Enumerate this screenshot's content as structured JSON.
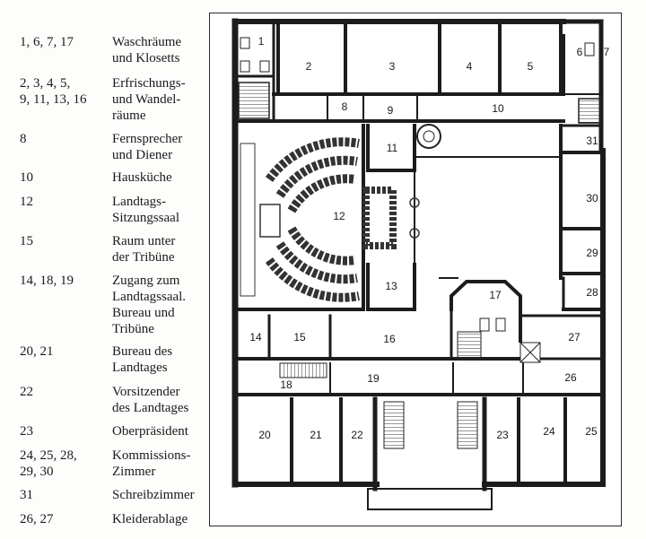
{
  "legend": [
    {
      "numbers": [
        "1, 6, 7, 17"
      ],
      "lines": [
        "Waschräume",
        "und Klosetts"
      ]
    },
    {
      "numbers": [
        "2, 3, 4, 5,",
        "9, 11, 13, 16"
      ],
      "lines": [
        "Erfrischungs-",
        "und Wandel-",
        "räume"
      ]
    },
    {
      "numbers": [
        "8"
      ],
      "lines": [
        "Fernsprecher",
        "und Diener"
      ]
    },
    {
      "numbers": [
        "10"
      ],
      "lines": [
        "Hausküche"
      ]
    },
    {
      "numbers": [
        "12"
      ],
      "lines": [
        "Landtags-",
        "Sitzungssaal"
      ]
    },
    {
      "numbers": [
        "15"
      ],
      "lines": [
        "Raum unter",
        "der Tribüne"
      ]
    },
    {
      "numbers": [
        "14, 18, 19"
      ],
      "lines": [
        "Zugang zum",
        "Landtagssaal.",
        "Bureau und",
        "Tribüne"
      ]
    },
    {
      "numbers": [
        "20, 21"
      ],
      "lines": [
        "Bureau des",
        "Landtages"
      ]
    },
    {
      "numbers": [
        "22"
      ],
      "lines": [
        "Vorsitzender",
        "des Landtages"
      ]
    },
    {
      "numbers": [
        "23"
      ],
      "lines": [
        "Oberpräsident"
      ]
    },
    {
      "numbers": [
        "24, 25, 28,",
        "29, 30"
      ],
      "lines": [
        "Kommissions-",
        "Zimmer"
      ]
    },
    {
      "numbers": [
        "31"
      ],
      "lines": [
        "Schreibzimmer"
      ]
    },
    {
      "numbers": [
        "26, 27"
      ],
      "lines": [
        "Kleiderablage"
      ]
    }
  ],
  "rooms": [
    "1",
    "2",
    "3",
    "4",
    "5",
    "6",
    "7",
    "8",
    "9",
    "10",
    "11",
    "12",
    "13",
    "14",
    "15",
    "16",
    "17",
    "18",
    "19",
    "20",
    "21",
    "22",
    "23",
    "24",
    "25",
    "26",
    "27",
    "28",
    "29",
    "30",
    "31"
  ]
}
